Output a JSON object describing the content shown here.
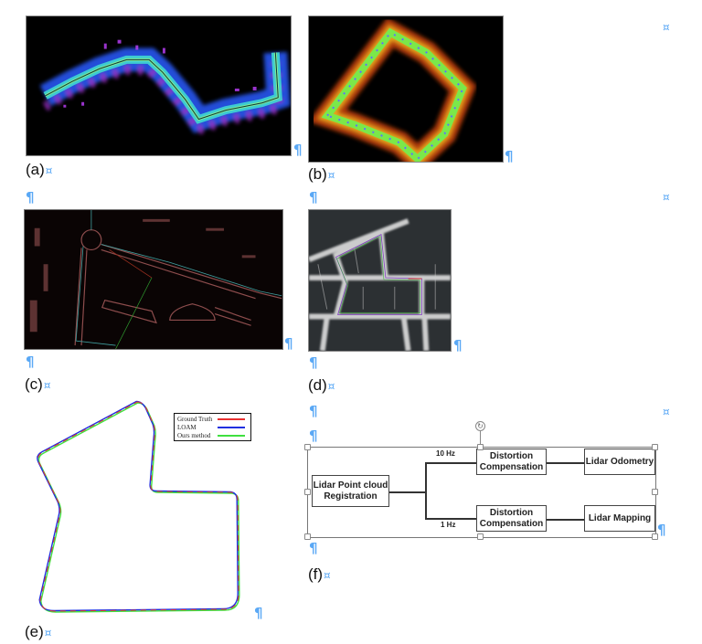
{
  "figures": [
    {
      "id": "a",
      "caption": "(a)",
      "description": "LiDAR point cloud map, blue/cyan/purple colormap on black background, S-shaped road trajectory"
    },
    {
      "id": "b",
      "caption": "(b)",
      "description": "LiDAR point cloud map, red/yellow/green colormap on black, closed loop with blue trajectory points"
    },
    {
      "id": "c",
      "caption": "(c)",
      "description": "Dark red/salmon point cloud map of urban area with roundabout and cyan trajectory"
    },
    {
      "id": "d",
      "caption": "(d)",
      "description": "White point cloud map on dark gray background with colored trajectory loop"
    },
    {
      "id": "e",
      "caption": "(e)",
      "description": "Trajectory comparison plot"
    },
    {
      "id": "f",
      "caption": "(f)",
      "description": "Lidar processing pipeline block diagram"
    }
  ],
  "marks": {
    "pilcrow": "¶",
    "cell_end": "¤"
  },
  "chart_data": {
    "type": "line",
    "title": "",
    "xlabel": "",
    "ylabel": "",
    "legend": {
      "position": "upper right",
      "entries": [
        {
          "label": "Ground Truth",
          "color": "#e83030"
        },
        {
          "label": "LOAM",
          "color": "#2030e0"
        },
        {
          "label": "Ours method",
          "color": "#40e040"
        }
      ]
    },
    "series": [
      {
        "name": "Ground Truth",
        "shape": "closed L-shaped loop"
      },
      {
        "name": "LOAM",
        "shape": "closed L-shaped loop, nearly overlapping ground truth"
      },
      {
        "name": "Ours method",
        "shape": "closed L-shaped loop, nearly overlapping ground truth"
      }
    ],
    "grid": false
  },
  "diagram": {
    "source": {
      "label_line1": "Lidar Point cloud",
      "label_line2": "Registration"
    },
    "branches": [
      {
        "rate": "10 Hz",
        "step_line1": "Distortion",
        "step_line2": "Compensation",
        "output": "Lidar Odometry"
      },
      {
        "rate": "1 Hz",
        "step_line1": "Distortion",
        "step_line2": "Compensation",
        "output": "Lidar Mapping"
      }
    ],
    "rotate_icon": "↻"
  }
}
